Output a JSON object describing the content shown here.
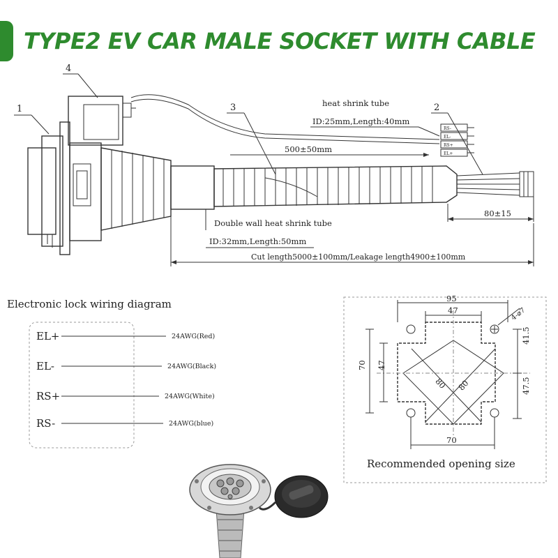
{
  "title": "TYPE2 EV CAR MALE SOCKET WITH CABLE",
  "assembly": {
    "callouts": [
      "1",
      "2",
      "3",
      "4"
    ],
    "heat_shrink_label": "heat shrink tube",
    "heat_shrink_spec": "ID:25mm,Length:40mm",
    "dim_500": "500±50mm",
    "dim_80": "80±15",
    "double_wall_label": "Double wall  heat shrink tube",
    "double_wall_spec": "ID:32mm,Length:50mm",
    "cut_length": "Cut length5000±100mm/Leakage length4900±100mm",
    "wire_tags": [
      "RS-",
      "EL-",
      "RS+",
      "EL+"
    ]
  },
  "wiring": {
    "title": "Electronic lock  wiring diagram",
    "rows": [
      {
        "pin": "EL+",
        "wire": "24AWG(Red)"
      },
      {
        "pin": "EL-",
        "wire": "24AWG(Black)"
      },
      {
        "pin": "RS+",
        "wire": "24AWG(White)"
      },
      {
        "pin": "RS-",
        "wire": "24AWG(blue)"
      }
    ]
  },
  "opening": {
    "title": "Recommended opening size",
    "dim_95": "95",
    "dim_47_top": "47",
    "dim_hole": "4-⌀7",
    "dim_41_5": "41.5",
    "dim_47_5": "47.5",
    "dim_70_left": "70",
    "dim_47_left": "47",
    "dim_80_a": "80",
    "dim_80_b": "80",
    "dim_70_bottom": "70"
  }
}
